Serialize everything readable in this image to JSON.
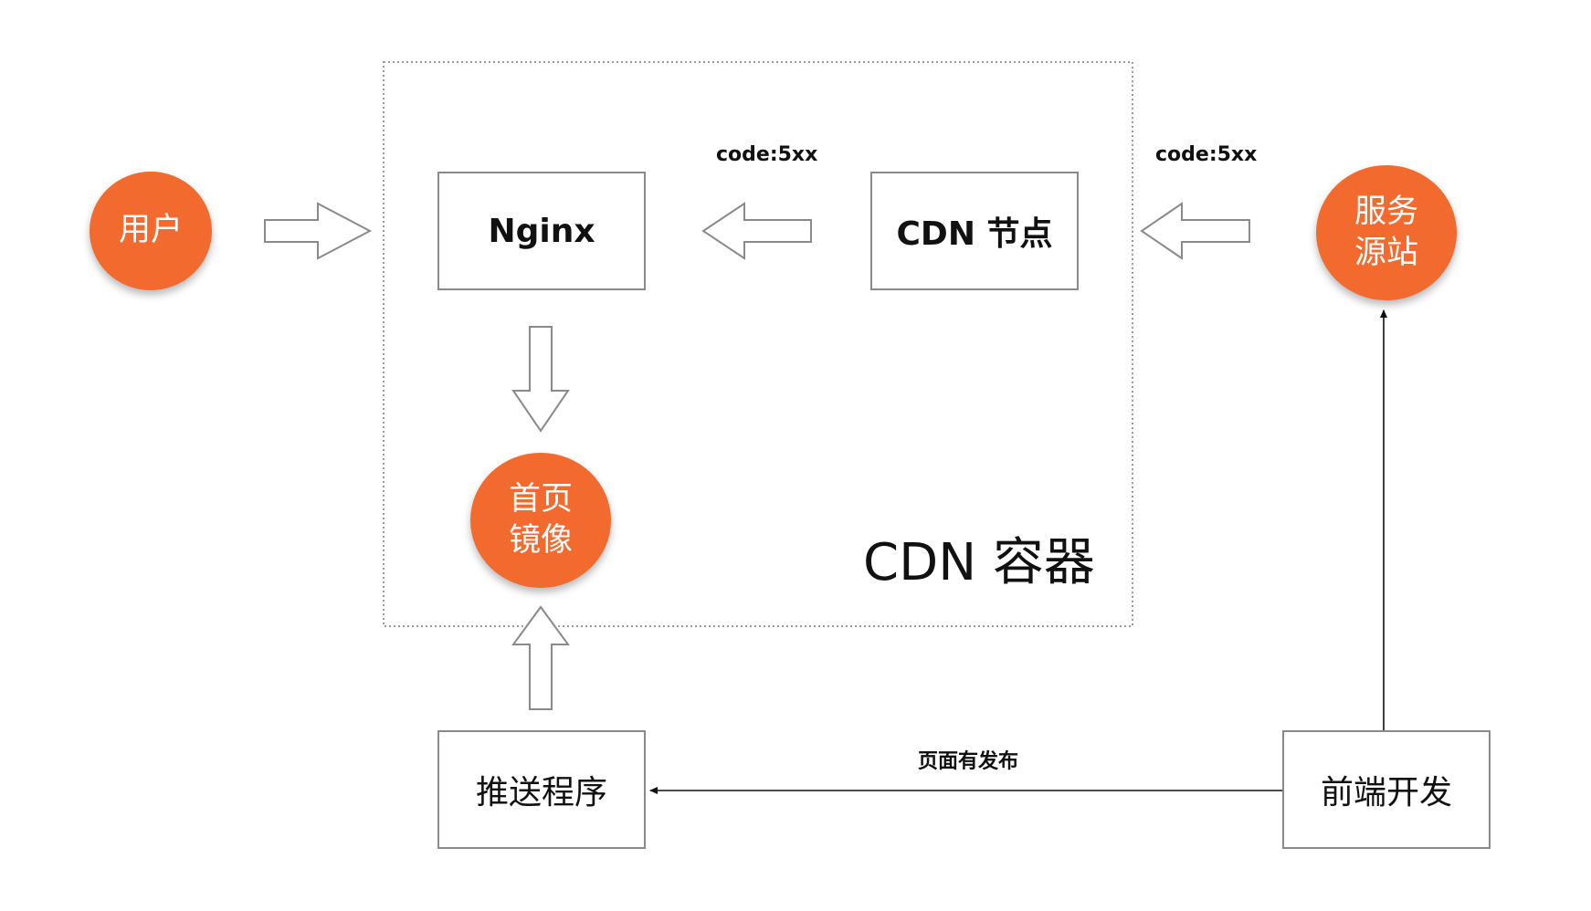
{
  "nodes": {
    "user": "用户",
    "nginx": "Nginx",
    "cdn_node": "CDN 节点",
    "origin": [
      "服务",
      "源站"
    ],
    "mirror": [
      "首页",
      "镜像"
    ],
    "push": "推送程序",
    "frontend": "前端开发"
  },
  "container": {
    "title": "CDN 容器"
  },
  "edges": {
    "cdn_to_nginx": "code:5xx",
    "origin_to_cdn": "code:5xx",
    "frontend_to_push": "页面有发布"
  },
  "colors": {
    "circle_fill": "#f26a2e",
    "box_border": "#8a8a8a"
  }
}
